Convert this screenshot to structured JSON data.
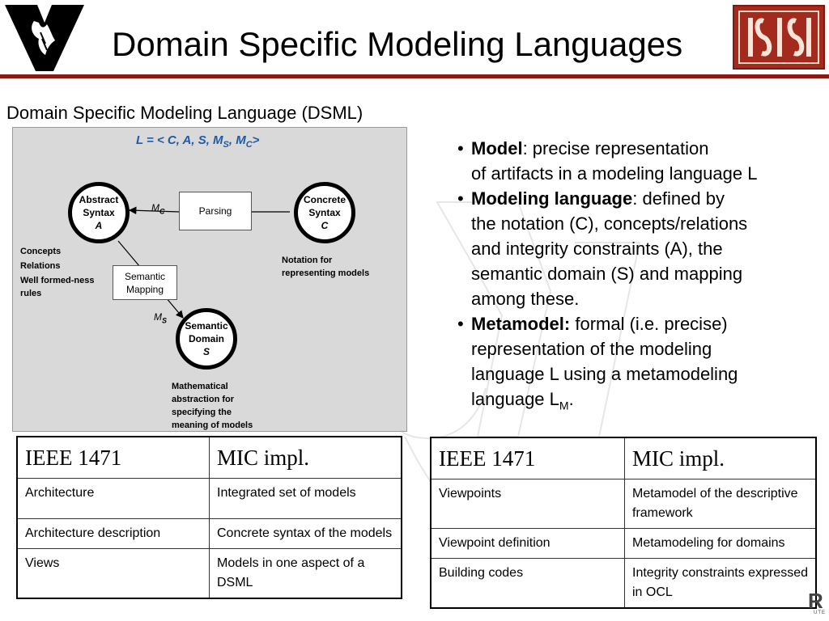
{
  "header": {
    "title": "Domain Specific Modeling Languages"
  },
  "subtitle": "Domain Specific Modeling Language (DSML)",
  "diagram": {
    "formula": {
      "prefix": "L = < C, A, S, M",
      "sub1": "S",
      "mid": ", M",
      "sub2": "C",
      "suffix": ">"
    },
    "abstract_syntax": {
      "line1": "Abstract",
      "line2": "Syntax",
      "letter": "A"
    },
    "concrete_syntax": {
      "line1": "Concrete",
      "line2": "Syntax",
      "letter": "C"
    },
    "semantic_domain": {
      "line1": "Semantic",
      "line2": "Domain",
      "letter": "S"
    },
    "parsing_box": "Parsing",
    "semantic_mapping_box": {
      "line1": "Semantic",
      "line2": "Mapping"
    },
    "mc_label": {
      "main": "M",
      "sub": "C"
    },
    "ms_label": {
      "main": "M",
      "sub": "S"
    },
    "abstract_notes": [
      "Concepts",
      "Relations",
      "Well formed-ness",
      "rules"
    ],
    "concrete_notes": [
      "Notation for",
      "representing models"
    ],
    "semantic_notes": [
      "Mathematical",
      "abstraction for",
      "specifying the",
      "meaning of models"
    ]
  },
  "bullets": [
    {
      "term": "Model",
      "text": ": precise representation",
      "lines": [
        "of artifacts in a  modeling language L"
      ]
    },
    {
      "term": "Modeling language",
      "text": ": defined by",
      "lines": [
        "the notation (C), concepts/relations",
        "and integrity constraints (A), the",
        "semantic domain (S) and mapping",
        "among these."
      ]
    },
    {
      "term": "Metamodel:",
      "text": " formal (i.e. precise)",
      "lines": [
        "representation of the modeling",
        "language L using a metamodeling"
      ],
      "last_line": "language L",
      "last_sub": "M",
      "last_suffix": "."
    }
  ],
  "table_left": {
    "headers": [
      "IEEE 1471",
      "MIC impl."
    ],
    "rows": [
      [
        "Architecture",
        "Integrated set of models"
      ],
      [
        "Architecture description",
        "Concrete syntax of the models"
      ],
      [
        "Views",
        "Models in one aspect of a DSML"
      ]
    ]
  },
  "table_right": {
    "headers": [
      "IEEE 1471",
      "MIC impl."
    ],
    "rows": [
      [
        "Viewpoints",
        "Metamodel of the descriptive framework"
      ],
      [
        "Viewpoint definition",
        "Metamodeling for domains"
      ],
      [
        "Building codes",
        "Integrity constraints expressed in OCL"
      ]
    ]
  },
  "colors": {
    "accent_rule": "#8b1a14",
    "formula_blue": "#1f5aa5",
    "logo_red": "#a32a1c"
  }
}
